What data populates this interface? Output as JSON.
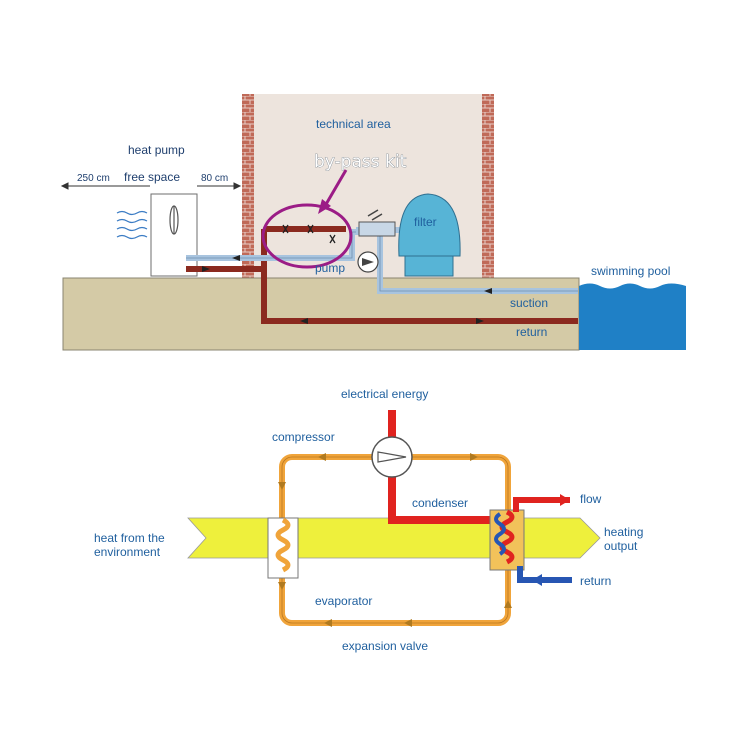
{
  "installation": {
    "technical_area": "technical area",
    "bypass_kit": "by-pass kit",
    "heat_pump": "heat pump",
    "dim_left": "250 cm",
    "free_space": "free space",
    "dim_right": "80 cm",
    "filter": "filter",
    "pump": "pump",
    "swimming_pool": "swimming pool",
    "suction": "suction",
    "return": "return"
  },
  "cycle": {
    "electrical_energy": "electrical energy",
    "compressor": "compressor",
    "condenser": "condenser",
    "flow": "flow",
    "heat_from_line1": "heat from the",
    "heat_from_line2": "environment",
    "heating_output_line1": "heating",
    "heating_output_line2": "output",
    "return": "return",
    "evaporator": "evaporator",
    "expansion_valve": "expansion valve"
  },
  "colors": {
    "hot_pipe": "#8b2a1f",
    "cold_pipe": "#a9c4df",
    "refrigerant": "#f0a43a",
    "energy": "#e0231f",
    "heat_band": "#eef03a",
    "water": "#1f7fc4",
    "ground": "#d3c9a4",
    "wall": "#ece3dc",
    "brick": "#b45a4a",
    "highlight": "#9b1c86"
  }
}
